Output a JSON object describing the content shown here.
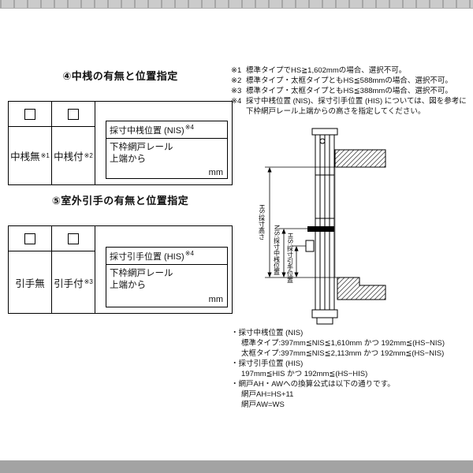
{
  "section4": {
    "title": "④中桟の有無と位置指定",
    "col1_label": "中桟無",
    "col1_mark": "※1",
    "col2_label": "中桟付",
    "col2_mark": "※2",
    "box": {
      "header": "採寸中桟位置 (NIS)",
      "mark": "※4",
      "line1": "下枠網戸レール",
      "line2": "上端から",
      "unit": "mm"
    }
  },
  "section5": {
    "title": "⑤室外引手の有無と位置指定",
    "col1_label": "引手無",
    "col2_label": "引手付",
    "col2_mark": "※3",
    "box": {
      "header": "採寸引手位置 (HIS)",
      "mark": "※4",
      "line1": "下枠網戸レール",
      "line2": "上端から",
      "unit": "mm"
    }
  },
  "notes": {
    "items": [
      {
        "marker": "※1",
        "text": "標準タイプでHS≧1,602mmの場合、選択不可。"
      },
      {
        "marker": "※2",
        "text": "標準タイプ・太框タイプともHS≦588mmの場合、選択不可。"
      },
      {
        "marker": "※3",
        "text": "標準タイプ・太框タイプともHS≦388mmの場合、選択不可。"
      },
      {
        "marker": "※4",
        "text": "採寸中桟位置 (NIS)、採寸引手位置 (HIS) については、図を参考に下枠網戸レール上端からの高さを指定してください。"
      }
    ]
  },
  "diagram": {
    "hs": "HS:採寸高さ",
    "nis": "NIS:採寸中桟位置",
    "his": "HIS:採寸引手位置"
  },
  "specs": {
    "lines": [
      "・採寸中桟位置 (NIS)",
      "標準タイプ:397mm≦NIS≦1,610mm かつ 192mm≦(HS−NIS)",
      "太框タイプ:397mm≦NIS≦2,113mm かつ 192mm≦(HS−NIS)",
      "・採寸引手位置 (HIS)",
      "197mm≦HIS かつ 192mm≦(HS−HIS)",
      "・網戸AH・AWへの換算公式は以下の通りです。",
      "網戸AH=HS+11",
      "網戸AW=WS"
    ]
  }
}
